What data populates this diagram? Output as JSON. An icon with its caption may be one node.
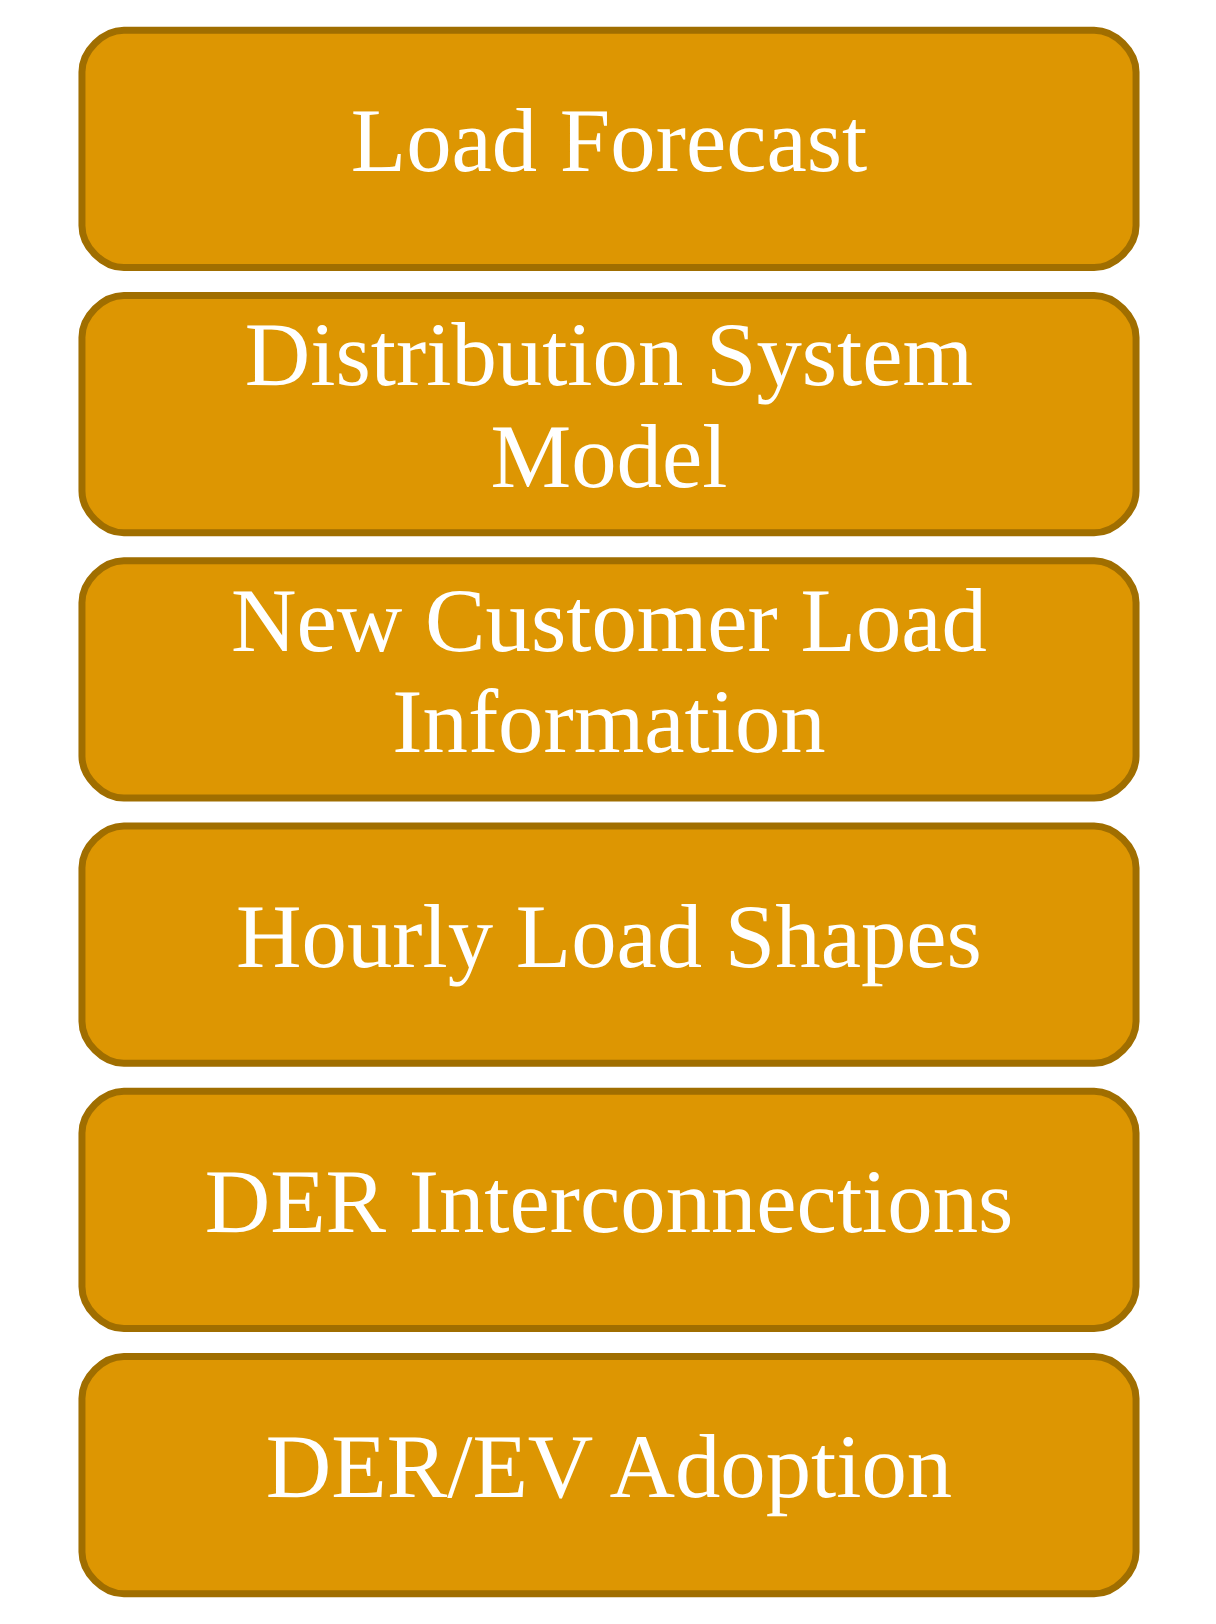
{
  "diagram": {
    "nodes": [
      {
        "text": [
          "Load Forecast"
        ]
      },
      {
        "text": [
          "Distribution System Model"
        ]
      },
      {
        "text": [
          "New Customer Load Information"
        ]
      },
      {
        "text": [
          "Hourly Load Shapes"
        ]
      },
      {
        "text": [
          "DER Interconnections"
        ]
      },
      {
        "text": [
          "DER/EV Adoption"
        ]
      }
    ]
  }
}
